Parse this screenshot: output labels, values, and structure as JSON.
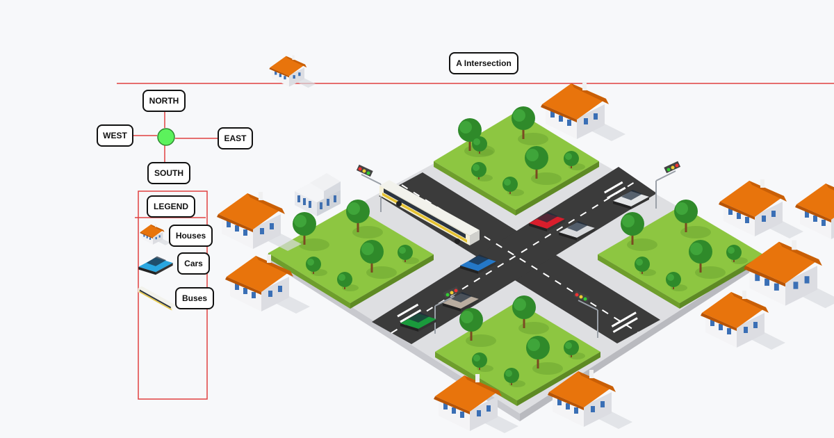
{
  "title": "A Intersection",
  "compass": {
    "north": "NORTH",
    "south": "SOUTH",
    "east": "EAST",
    "west": "WEST",
    "center_color": "#5cf25c"
  },
  "legend": {
    "title": "LEGEND",
    "items": [
      {
        "label": "Houses",
        "icon": "house-icon"
      },
      {
        "label": "Cars",
        "icon": "car-icon"
      },
      {
        "label": "Buses",
        "icon": "bus-icon"
      }
    ]
  },
  "colors": {
    "line": "#e04040",
    "grass": "#8dc641",
    "road": "#3b3b3b",
    "roof": "#e8740c",
    "pavement": "#dedfe2"
  }
}
